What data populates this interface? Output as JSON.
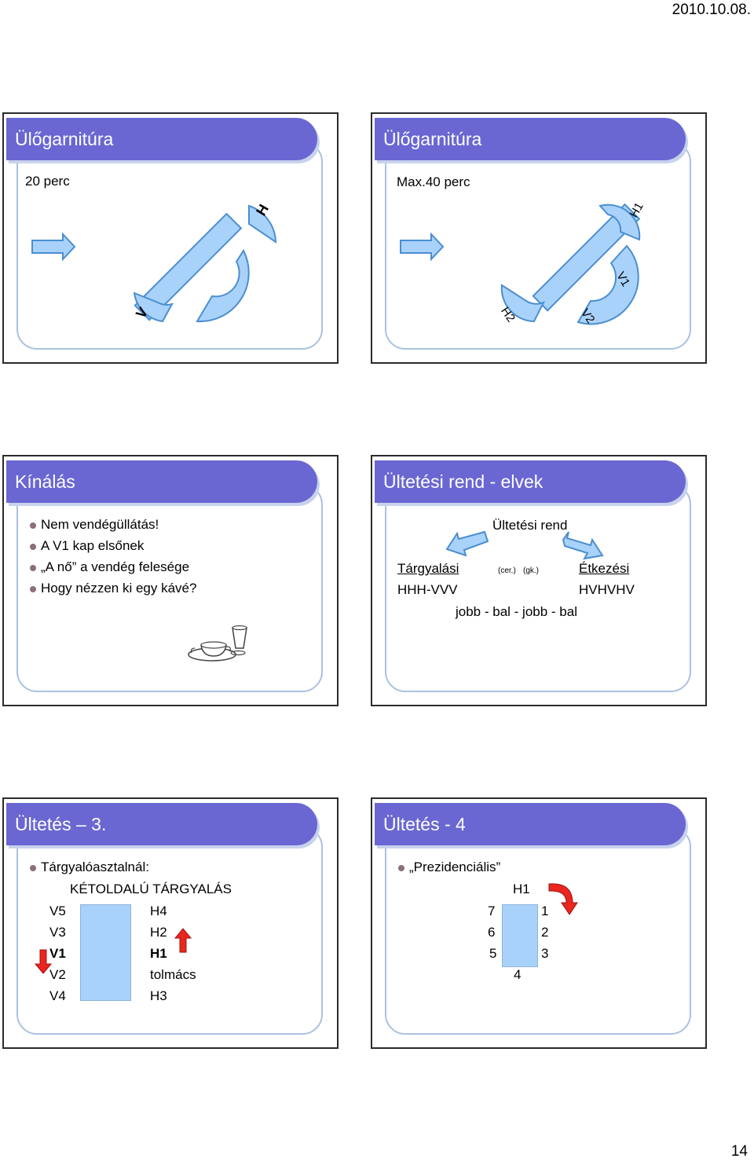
{
  "header": {
    "date": "2010.10.08."
  },
  "footer": {
    "page_number": "14"
  },
  "slide1": {
    "title": "Ülőgarnitúra",
    "duration": "20 perc",
    "label_h": "H",
    "label_v": "V"
  },
  "slide2": {
    "title": "Ülőgarnitúra",
    "duration": "Max.40 perc",
    "label_h1": "H1",
    "label_v1": "V1",
    "label_h2": "H2",
    "label_v2": "V2"
  },
  "slide3": {
    "title": "Kínálás",
    "bullets": [
      "Nem vendégüllátás!",
      "A V1 kap elsőnek",
      "„A nő” a vendég felesége",
      "Hogy nézzen ki egy kávé?"
    ]
  },
  "slide4": {
    "title": "Ültetési rend - elvek",
    "heading": "Ültetési rend",
    "left_label": "Tárgyalási",
    "left_note": "(cer.)",
    "right_note": "(gk.)",
    "right_label": "Étkezési",
    "left_order": "HHH-VVV",
    "right_order": "HVHVHV",
    "pattern": "jobb - bal - jobb -  bal"
  },
  "slide5": {
    "title": "Ültetés – 3.",
    "bullet": "Tárgyalóasztalnál:",
    "subtitle": "KÉTOLDALÚ TÁRGYALÁS",
    "left": [
      "V5",
      "V3",
      "V1",
      "V2",
      "V4"
    ],
    "right": [
      "H4",
      "H2",
      "H1",
      "tolmács",
      "H3"
    ]
  },
  "slide6": {
    "title": "Ültetés - 4",
    "bullet": "„Prezidenciális”",
    "top": "H1",
    "left": [
      "7",
      "6",
      "5"
    ],
    "right": [
      "1",
      "2",
      "3"
    ],
    "bottom": "4"
  },
  "colors": {
    "title_bar": "#6a67d3",
    "frame": "#a9c2e0",
    "shape_fill": "#a9d2fb",
    "shape_stroke": "#4a8ed0",
    "arrow_red": "#e8261e",
    "bullet": "#8c6f7a"
  }
}
